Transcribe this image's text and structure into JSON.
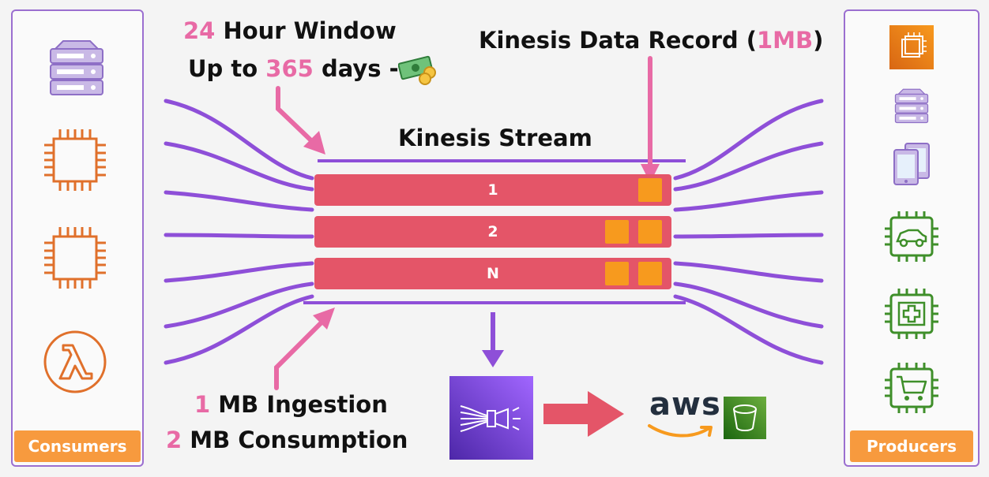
{
  "consumers": {
    "label": "Consumers",
    "icons": [
      "server-icon",
      "ec2-instance-icon",
      "ec2-instance-icon",
      "lambda-icon"
    ]
  },
  "producers": {
    "label": "Producers",
    "icons": [
      "ec2-icon",
      "server-icon",
      "mobile-devices-icon",
      "iot-car-icon",
      "iot-medical-icon",
      "iot-cart-icon"
    ]
  },
  "retention": {
    "line1_number": "24",
    "line1_text": " Hour Window",
    "line2_prefix": "Up to ",
    "line2_number": "365",
    "line2_suffix": " days -",
    "icon": "money-icon"
  },
  "record": {
    "prefix": "Kinesis Data Record (",
    "size": "1MB",
    "suffix": ")"
  },
  "stream": {
    "title": "Kinesis Stream",
    "shards": [
      {
        "label": "1",
        "records": 1
      },
      {
        "label": "2",
        "records": 2
      },
      {
        "label": "N",
        "records": 2
      }
    ]
  },
  "throughput": {
    "ingestion_number": "1",
    "ingestion_text": " MB Ingestion",
    "consumption_number": "2",
    "consumption_text": " MB Consumption"
  },
  "firehose": {
    "icon": "kinesis-firehose-icon"
  },
  "destination": {
    "aws_text": "aws",
    "icon": "s3-bucket-icon"
  },
  "colors": {
    "accent_pink": "#e86aa5",
    "purple": "#8e4fd8",
    "shard_red": "#e45568",
    "record_orange": "#f79a1e",
    "orange_label": "#f79a3e",
    "green": "#3f8f2a"
  }
}
